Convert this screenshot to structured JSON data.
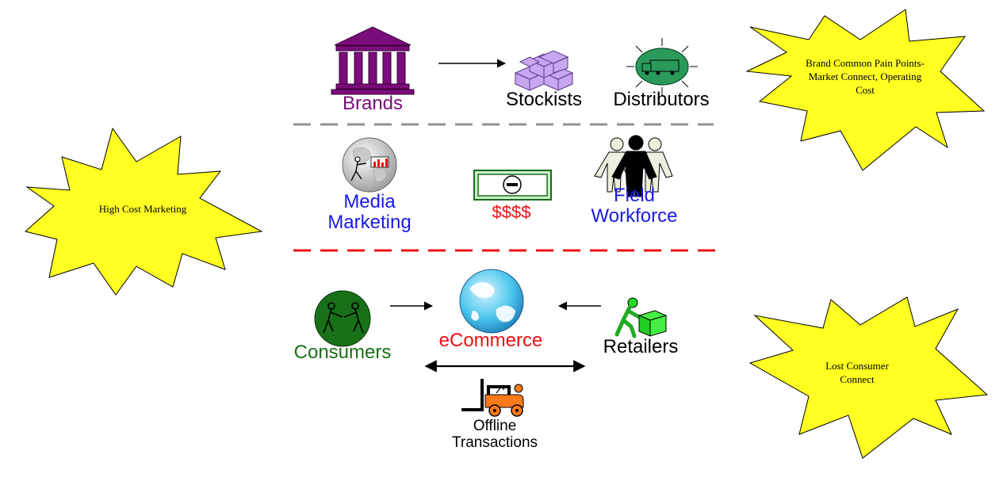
{
  "colors": {
    "brands": "#7b0c7b",
    "blue": "#1a1ae6",
    "red": "#ee1111",
    "green": "#187018",
    "black": "#000000",
    "burst": "#ffff22",
    "divider_gray": "#909090",
    "divider_red": "#ee1111"
  },
  "supply_chain": {
    "brands": "Brands",
    "stockists": "Stockists",
    "distributors": "Distributors"
  },
  "marketing": {
    "media_line1": "Media",
    "media_line2": "Marketing",
    "cost": "$$$$",
    "field_line1": "Field",
    "field_line2": "Workforce"
  },
  "commerce": {
    "consumers": "Consumers",
    "ecommerce": "eCommerce",
    "retailers": "Retailers",
    "offline_line1": "Offline",
    "offline_line2": "Transactions"
  },
  "callouts": {
    "top_right": "Brand Common Pain Points- Market Connect, Operating Cost",
    "left": "High Cost Marketing",
    "bottom_right": "Lost Consumer Connect"
  },
  "icons": [
    "bank-icon",
    "boxes-icon",
    "truck-icon",
    "globe-chart-icon",
    "money-icon",
    "people-icon",
    "handshake-icon",
    "globe-icon",
    "worker-box-icon",
    "forklift-icon"
  ]
}
